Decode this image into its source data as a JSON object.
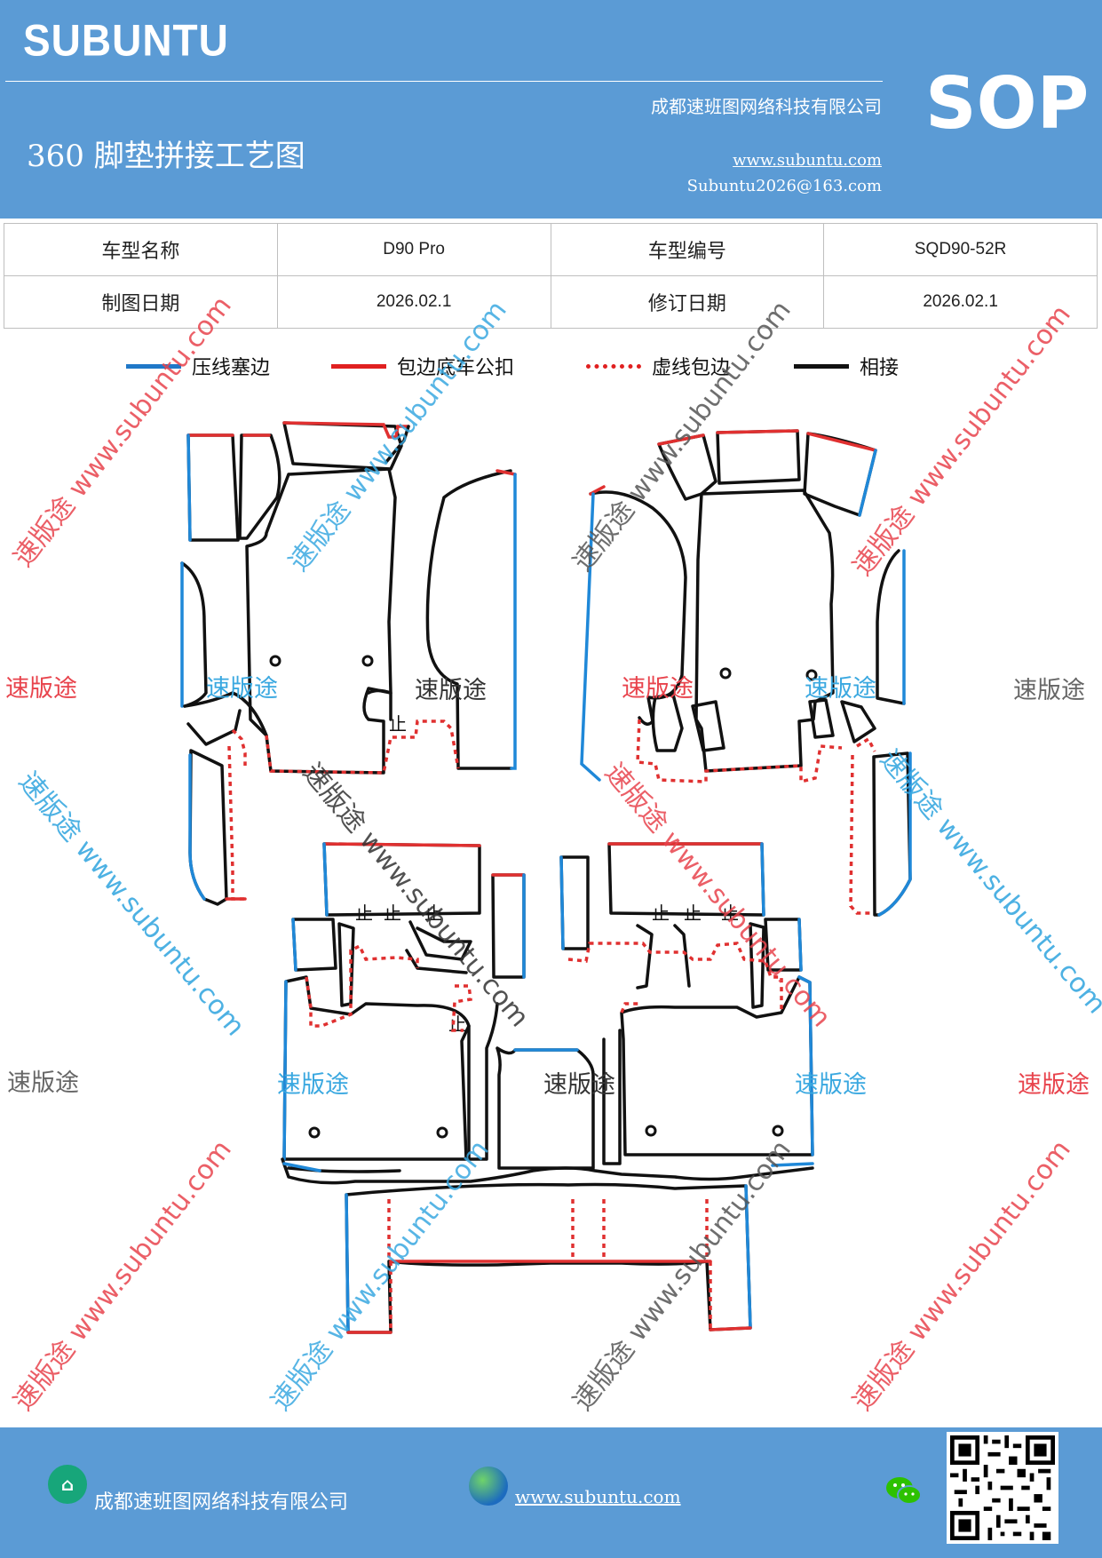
{
  "header": {
    "brand": "SUBUNTU",
    "sop": "SOP",
    "company": "成都速班图网络科技有限公司",
    "title": "360 脚垫拼接工艺图",
    "website": "www.subuntu.com",
    "email": "Subuntu2026@163.com"
  },
  "info": {
    "row1": {
      "label_a": "车型名称",
      "value_a": "D90 Pro",
      "label_b": "车型编号",
      "value_b": "SQD90-52R"
    },
    "row2": {
      "label_a": "制图日期",
      "value_a": "2026.02.1",
      "label_b": "修订日期",
      "value_b": "2026.02.1"
    }
  },
  "legend": [
    {
      "label": "压线塞边",
      "color": "#1f78c8",
      "style": "solid"
    },
    {
      "label": "包边底车公扣",
      "color": "#e02020",
      "style": "solid"
    },
    {
      "label": "虚线包边",
      "color": "#e02020",
      "style": "dotted"
    },
    {
      "label": "相接",
      "color": "#111111",
      "style": "solid"
    }
  ],
  "watermarks": {
    "brand": "速版途",
    "url": "www.subuntu.com",
    "combined": "速版途 www.subuntu.com",
    "colors": {
      "red": "#e8434c",
      "blue": "#3aa8e0",
      "gray": "#666666"
    }
  },
  "diagram_marks": {
    "clip": "止"
  },
  "footer": {
    "company": "成都速班图网络科技有限公司",
    "website": "www.subuntu.com",
    "icons": [
      "building-icon",
      "globe-icon",
      "wechat-icon",
      "qr-code"
    ]
  }
}
